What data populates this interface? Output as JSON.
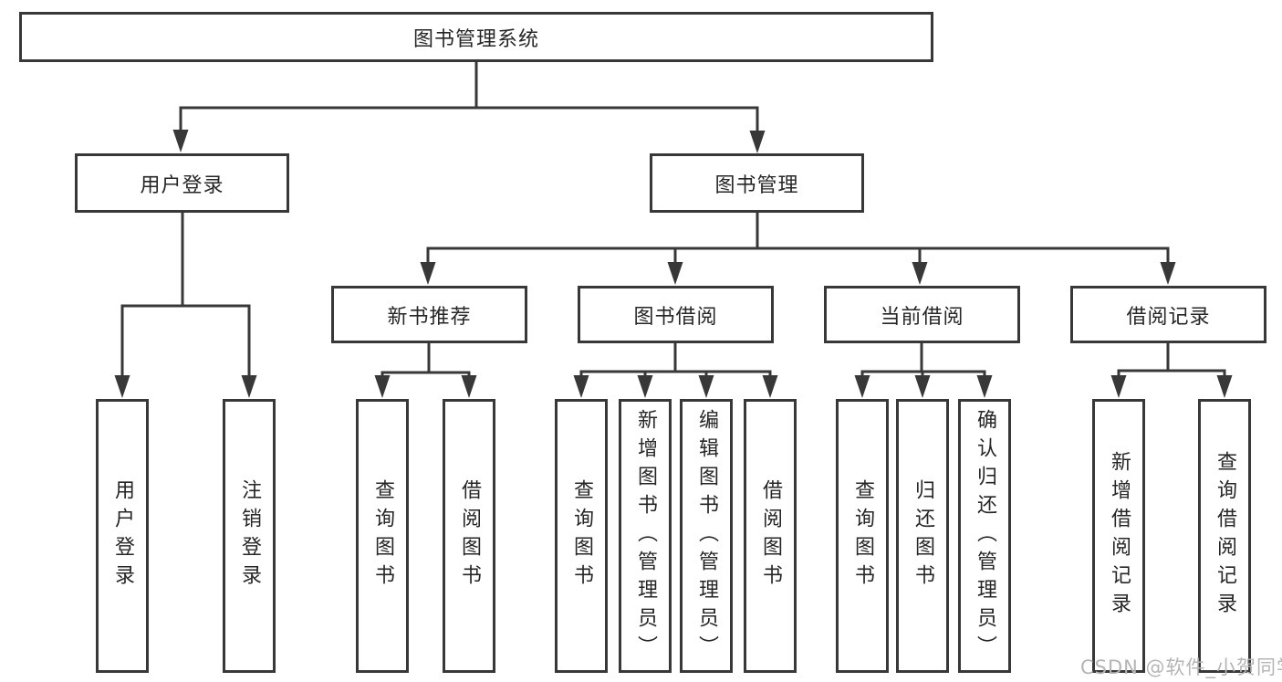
{
  "diagram": {
    "root": {
      "label": "图书管理系统"
    },
    "branches": [
      {
        "label": "用户登录",
        "children": [
          {
            "label": "用户登录"
          },
          {
            "label": "注销登录"
          }
        ]
      },
      {
        "label": "图书管理",
        "children": [
          {
            "label": "新书推荐",
            "children": [
              {
                "label": "查询图书"
              },
              {
                "label": "借阅图书"
              }
            ]
          },
          {
            "label": "图书借阅",
            "children": [
              {
                "label": "查询图书"
              },
              {
                "label": "新增图书（管理员）"
              },
              {
                "label": "编辑图书（管理员）"
              },
              {
                "label": "借阅图书"
              }
            ]
          },
          {
            "label": "当前借阅",
            "children": [
              {
                "label": "查询图书"
              },
              {
                "label": "归还图书"
              },
              {
                "label": "确认归还（管理员）"
              }
            ]
          },
          {
            "label": "借阅记录",
            "children": [
              {
                "label": "新增借阅记录"
              },
              {
                "label": "查询借阅记录"
              }
            ]
          }
        ]
      }
    ]
  },
  "watermark": {
    "text": "CSDN @软件_小贺同学"
  },
  "colors": {
    "line": "#383838",
    "text": "#262626",
    "watermark": "#b5b5b5",
    "background": "#ffffff"
  }
}
